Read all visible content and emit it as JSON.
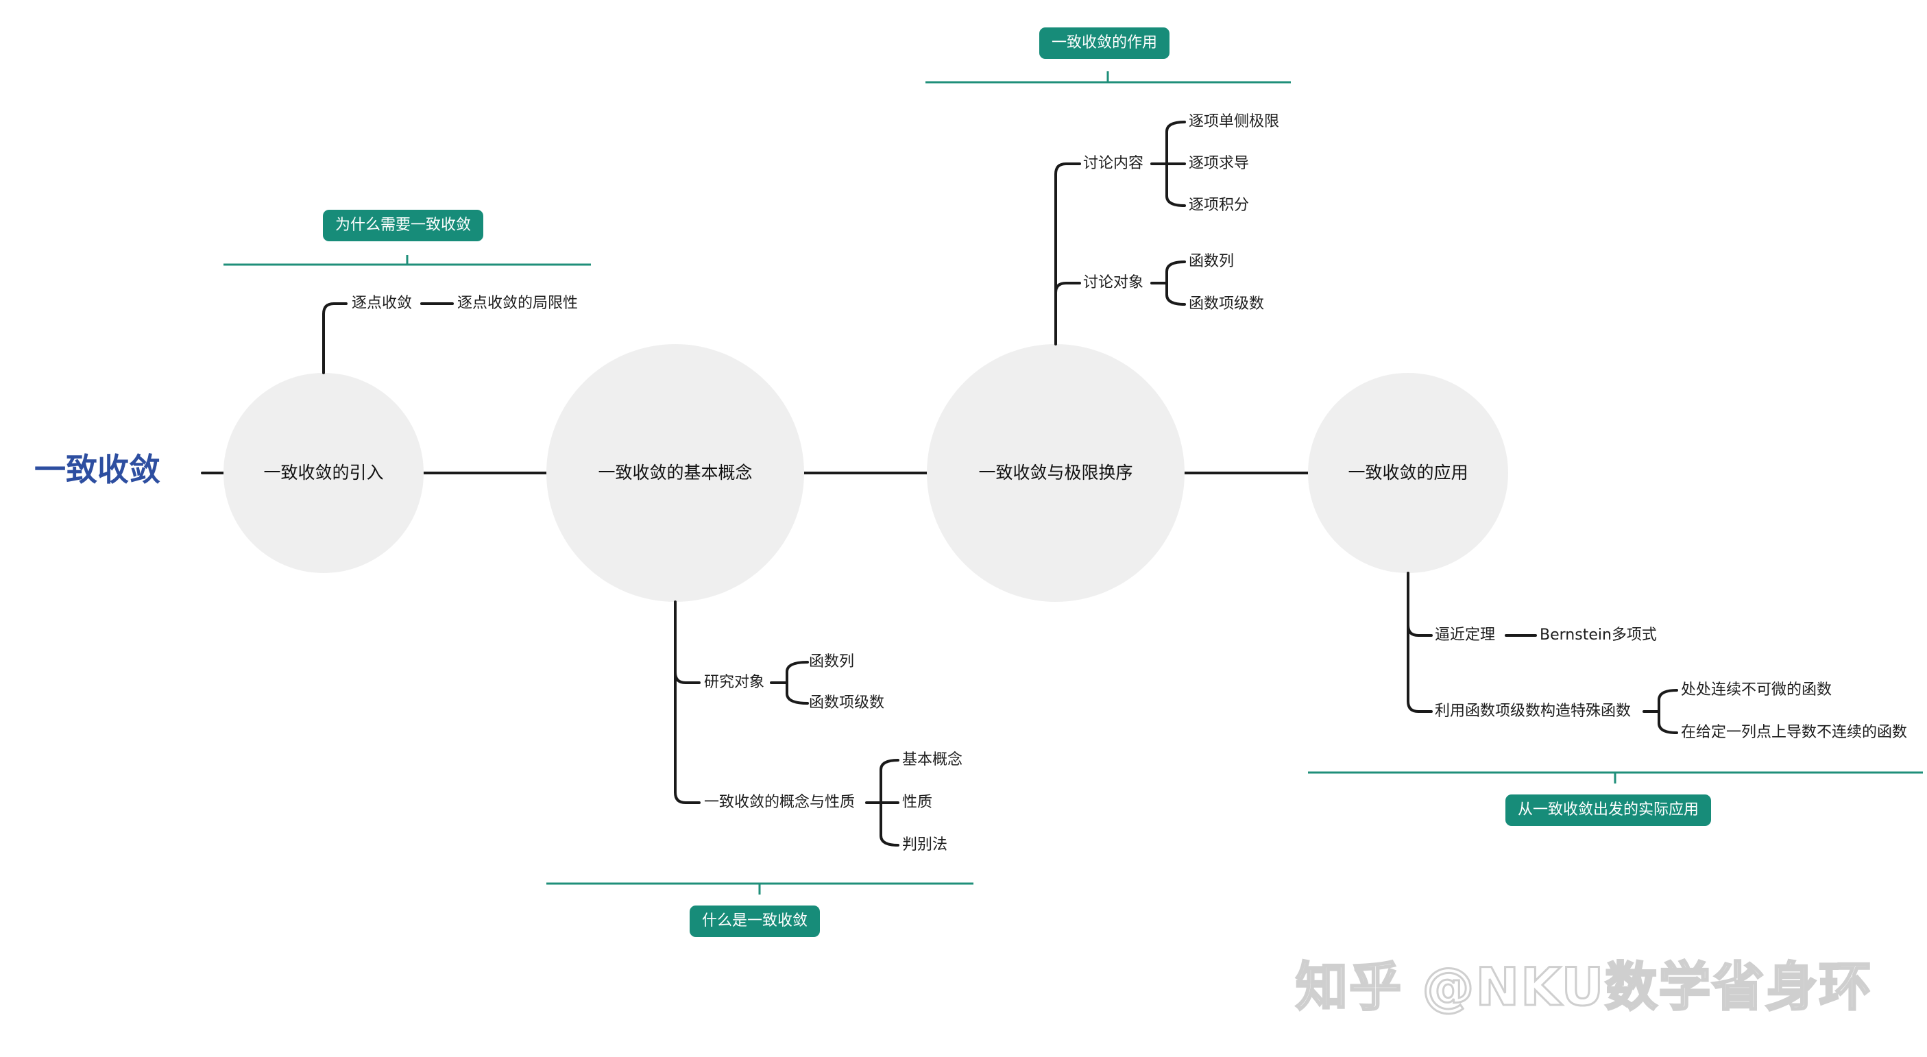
{
  "title": "一致收敛",
  "topics": [
    {
      "name": "一致收敛的引入",
      "tag": "为什么需要一致收敛",
      "branches": [
        {
          "label": "逐点收敛",
          "children": [
            "逐点收敛的局限性"
          ]
        }
      ]
    },
    {
      "name": "一致收敛的基本概念",
      "tag": "什么是一致收敛",
      "branches": [
        {
          "label": "研究对象",
          "children": [
            "函数列",
            "函数项级数"
          ]
        },
        {
          "label": "一致收敛的概念与性质",
          "children": [
            "基本概念",
            "性质",
            "判别法"
          ]
        }
      ]
    },
    {
      "name": "一致收敛与极限换序",
      "tag": "一致收敛的作用",
      "branches": [
        {
          "label": "讨论内容",
          "children": [
            "逐项单侧极限",
            "逐项求导",
            "逐项积分"
          ]
        },
        {
          "label": "讨论对象",
          "children": [
            "函数列",
            "函数项级数"
          ]
        }
      ]
    },
    {
      "name": "一致收敛的应用",
      "tag": "从一致收敛出发的实际应用",
      "branches": [
        {
          "label": "逼近定理",
          "children": [
            "Bernstein多项式"
          ]
        },
        {
          "label": "利用函数项级数构造特殊函数",
          "children": [
            "处处连续不可微的函数",
            "在给定一列点上导数不连续的函数"
          ]
        }
      ]
    }
  ],
  "watermark": "知乎 @NKU数学省身环",
  "colors": {
    "title": "#2d4ea0",
    "tag": "#178c79",
    "line": "#1a1a1a",
    "node": "#efefef"
  }
}
